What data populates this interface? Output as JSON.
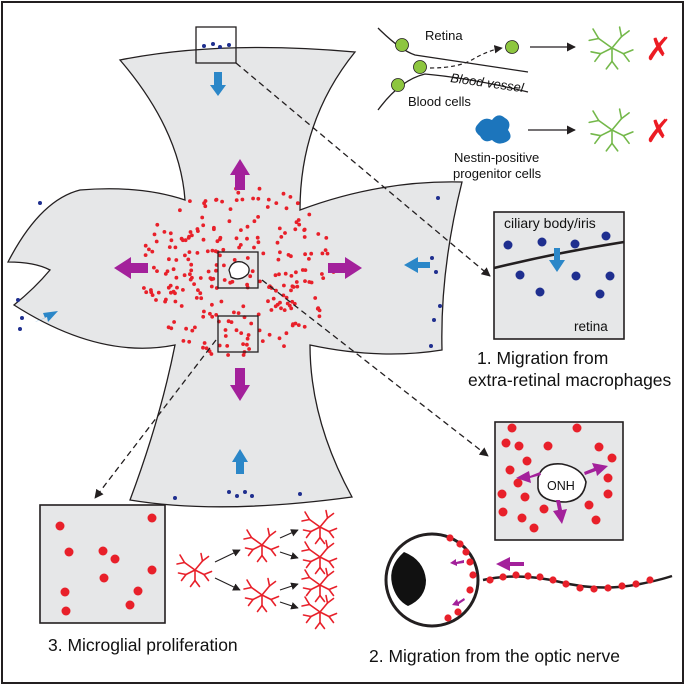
{
  "figure": {
    "retina_label": "Retina",
    "blood_vessel_label": "Blood vessel",
    "blood_cells_label": "Blood cells",
    "nestin_label_line1": "Nestin-positive",
    "nestin_label_line2": "progenitor cells",
    "ciliary_label": "ciliary body/iris",
    "retina_inset_label": "retina",
    "caption1_line1": "1. Migration from",
    "caption1_line2": "extra-retinal macrophages",
    "onh_label": "ONH",
    "caption2": "2. Migration from the optic nerve",
    "caption3": "3. Microglial proliferation",
    "reject_mark": "✗"
  },
  "colors": {
    "retina_fill": "#e6e7e8",
    "outline": "#231f20",
    "microglia_red": "#e8202a",
    "macrophage_navy": "#1f2f8f",
    "arrow_magenta": "#a3219b",
    "arrow_blue": "#2b87c8",
    "blood_cell_green": "#8dc63f",
    "microglia_green": "#74b84a",
    "progenitor_blue": "#1c75bc",
    "cross_red": "#ec1c24"
  }
}
